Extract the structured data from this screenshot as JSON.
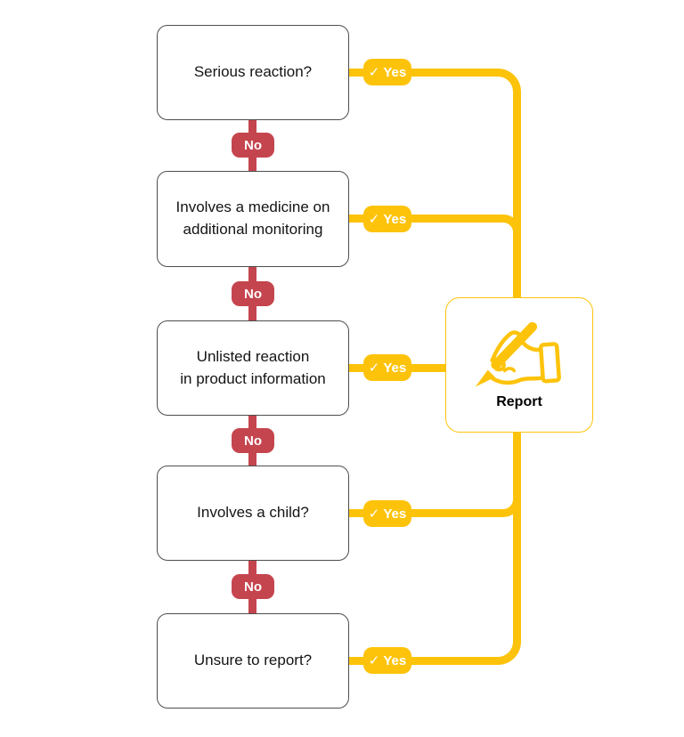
{
  "colors": {
    "yes_yellow": "#FDC30B",
    "no_red": "#C5454E",
    "box_border": "#4D4D4D",
    "text_dark": "#141414"
  },
  "flowchart": {
    "questions": [
      {
        "label": "Serious reaction?"
      },
      {
        "label": "Involves a medicine on\nadditional monitoring"
      },
      {
        "label": "Unlisted reaction\nin product information"
      },
      {
        "label": "Involves a child?"
      },
      {
        "label": "Unsure to report?"
      }
    ],
    "yes_badge": {
      "check": "✓",
      "label": "Yes"
    },
    "no_badge": {
      "label": "No"
    },
    "report": {
      "label": "Report"
    }
  }
}
